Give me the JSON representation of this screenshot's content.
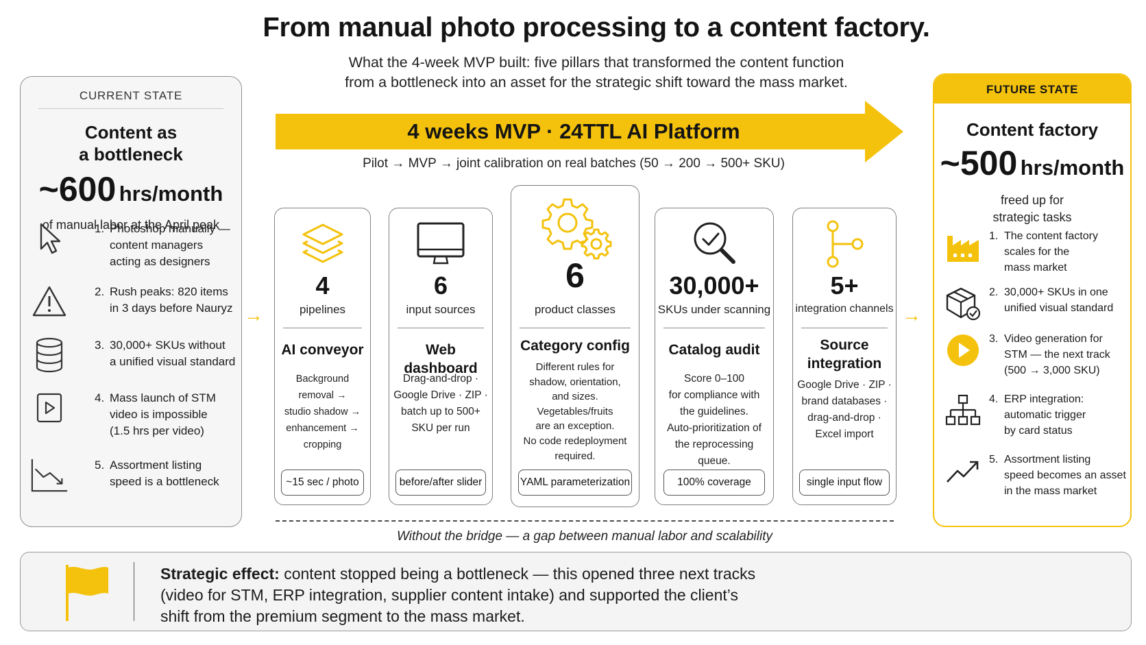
{
  "title": "From manual photo processing to a content factory.",
  "subtitle_line1": "What the 4-week MVP built: five pillars that transformed the content function",
  "subtitle_line2": "from a bottleneck into an asset for the strategic shift toward the mass market.",
  "current": {
    "header": "CURRENT STATE",
    "title_line1": "Content as",
    "title_line2": "a bottleneck",
    "big_number": "~600",
    "big_unit": "hrs/month",
    "note": "of manual labor at the April peak",
    "items": [
      {
        "num": "1.",
        "line1": "Photoshop manually —",
        "line2": "content managers",
        "line3": "acting as designers",
        "icon": "cursor-icon"
      },
      {
        "num": "2.",
        "line1": "Rush peaks: 820 items",
        "line2": "in 3 days before Nauryz",
        "line3": "",
        "icon": "warning-icon"
      },
      {
        "num": "3.",
        "line1": "30,000+ SKUs without",
        "line2": "a unified visual standard",
        "line3": "",
        "icon": "database-icon"
      },
      {
        "num": "4.",
        "line1": "Mass launch of STM",
        "line2": "video is impossible",
        "line3": "(1.5 hrs per video)",
        "icon": "video-play-icon"
      },
      {
        "num": "5.",
        "line1": "Assortment listing",
        "line2": "speed is a bottleneck",
        "line3": "",
        "icon": "declining-chart-icon"
      }
    ]
  },
  "banner": {
    "label": "4 weeks MVP · 24TTL AI Platform",
    "pilot": "Pilot → MVP → joint calibration on real batches (50 → 200 → 500+ SKU)",
    "color": "#f4c20d"
  },
  "pillars": [
    {
      "icon": "layers-icon",
      "number": "4",
      "sub": "pipelines",
      "title_line1": "AI conveyor",
      "title_line2": "",
      "desc": [
        "Background removal →",
        "studio shadow →",
        "enhancement →",
        "cropping"
      ],
      "tag": "~15 sec / photo"
    },
    {
      "icon": "monitor-icon",
      "number": "6",
      "sub": "input sources",
      "title_line1": "Web dashboard",
      "title_line2": "",
      "desc": [
        "Drag-and-drop ·",
        "Google Drive · ZIP ·",
        "batch up to 500+",
        "SKU per run"
      ],
      "tag": "before/after slider"
    },
    {
      "icon": "gears-icon",
      "number": "6",
      "sub": "product classes",
      "title_line1": "Category config",
      "title_line2": "",
      "desc": [
        "Different rules for",
        "shadow, orientation,",
        "and sizes.",
        "Vegetables/fruits",
        "are an exception.",
        "No code redeployment",
        "required."
      ],
      "tag": "YAML parameterization"
    },
    {
      "icon": "magnifier-check-icon",
      "number": "30,000+",
      "sub": "SKUs under scanning",
      "title_line1": "Catalog audit",
      "title_line2": "",
      "desc": [
        "Score 0–100",
        "for compliance with",
        "the guidelines.",
        "Auto-prioritization of",
        "the reprocessing queue."
      ],
      "tag": "100% coverage"
    },
    {
      "icon": "branch-icon",
      "number": "5+",
      "sub": "integration channels",
      "title_line1": "Source",
      "title_line2": "integration",
      "desc": [
        "Google Drive · ZIP ·",
        "brand databases ·",
        "drag-and-drop ·",
        "Excel import"
      ],
      "tag": "single input flow"
    }
  ],
  "bridge_text": "Without the bridge — a gap between manual labor and scalability",
  "future": {
    "header": "FUTURE STATE",
    "title": "Content factory",
    "big_number": "~500",
    "big_unit": "hrs/month",
    "note_line1": "freed up for",
    "note_line2": "strategic tasks",
    "items": [
      {
        "num": "1.",
        "line1": "The content factory",
        "line2": "scales for the",
        "line3": "mass market",
        "icon": "factory-icon"
      },
      {
        "num": "2.",
        "line1": "30,000+ SKUs in one",
        "line2": "unified visual standard",
        "line3": "",
        "icon": "box-check-icon"
      },
      {
        "num": "3.",
        "line1": "Video generation for",
        "line2": "STM — the next track",
        "line3": "(500 → 3,000 SKU)",
        "icon": "play-circle-icon"
      },
      {
        "num": "4.",
        "line1": "ERP integration:",
        "line2": "automatic trigger",
        "line3": "by card status",
        "icon": "hierarchy-icon"
      },
      {
        "num": "5.",
        "line1": "Assortment listing",
        "line2": "speed becomes an asset",
        "line3": "in the mass market",
        "icon": "trending-up-icon"
      }
    ]
  },
  "effect": {
    "bold": "Strategic effect:",
    "line1": " content stopped being a bottleneck — this opened three next tracks",
    "line2": "(video for STM, ERP integration, supplier content intake) and supported the client’s",
    "line3": "shift from the premium segment to the mass market."
  },
  "accent_color": "#f4c20d"
}
